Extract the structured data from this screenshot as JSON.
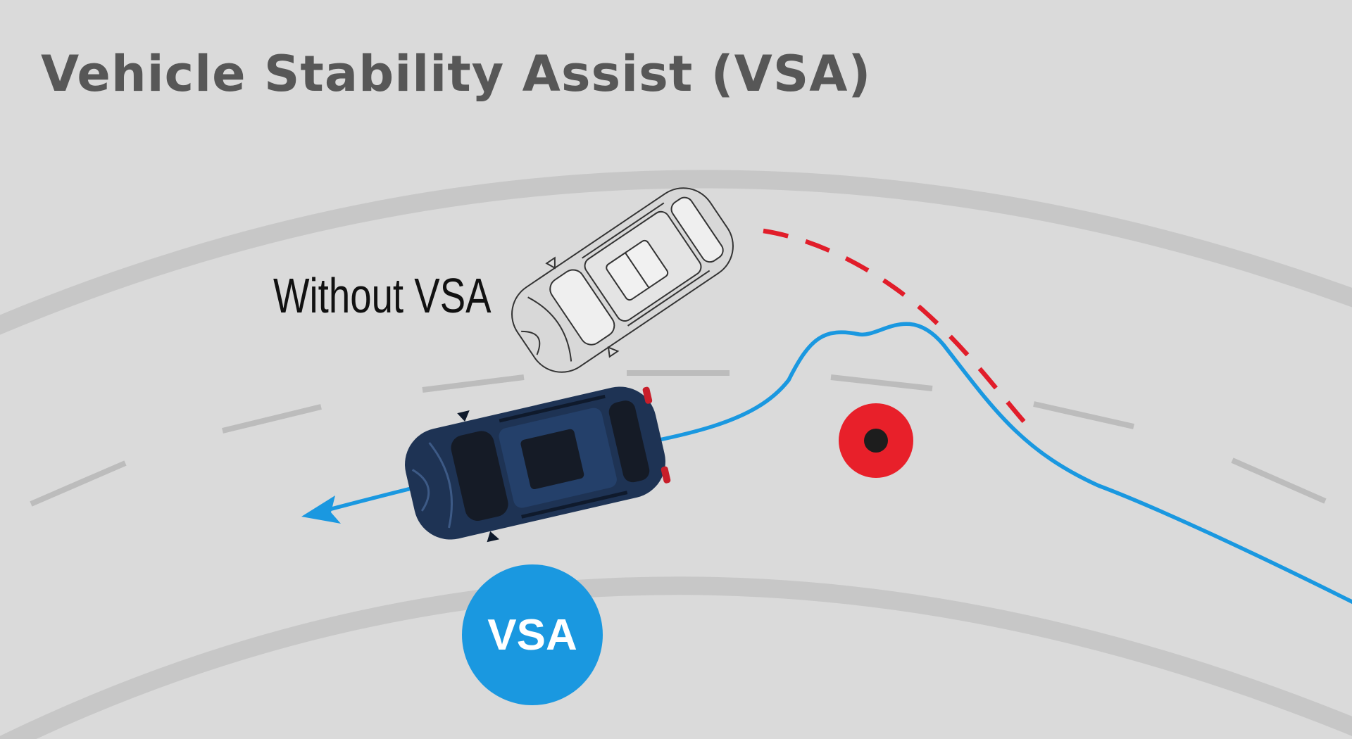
{
  "title": "Vehicle Stability Assist (VSA)",
  "labels": {
    "without_vsa": "Without VSA",
    "vsa_badge": "VSA"
  },
  "icons": {
    "obstacle": "target-obstacle-icon",
    "direction": "arrowhead-icon"
  },
  "colors": {
    "background": "#dadada",
    "road_edge": "#c7c7c7",
    "lane_dash": "#bcbcbc",
    "title_text": "#575757",
    "vsa_path": "#1a98e0",
    "no_vsa_path": "#e11d2a",
    "obstacle_outer": "#e8202a",
    "obstacle_inner": "#1d1d1d",
    "vsa_badge": "#1a98e0",
    "vsa_car_body": "#1e3354",
    "vsa_car_glass": "#151b26",
    "ghost_car_body": "#d8d8d8",
    "ghost_car_outline": "#333333"
  }
}
